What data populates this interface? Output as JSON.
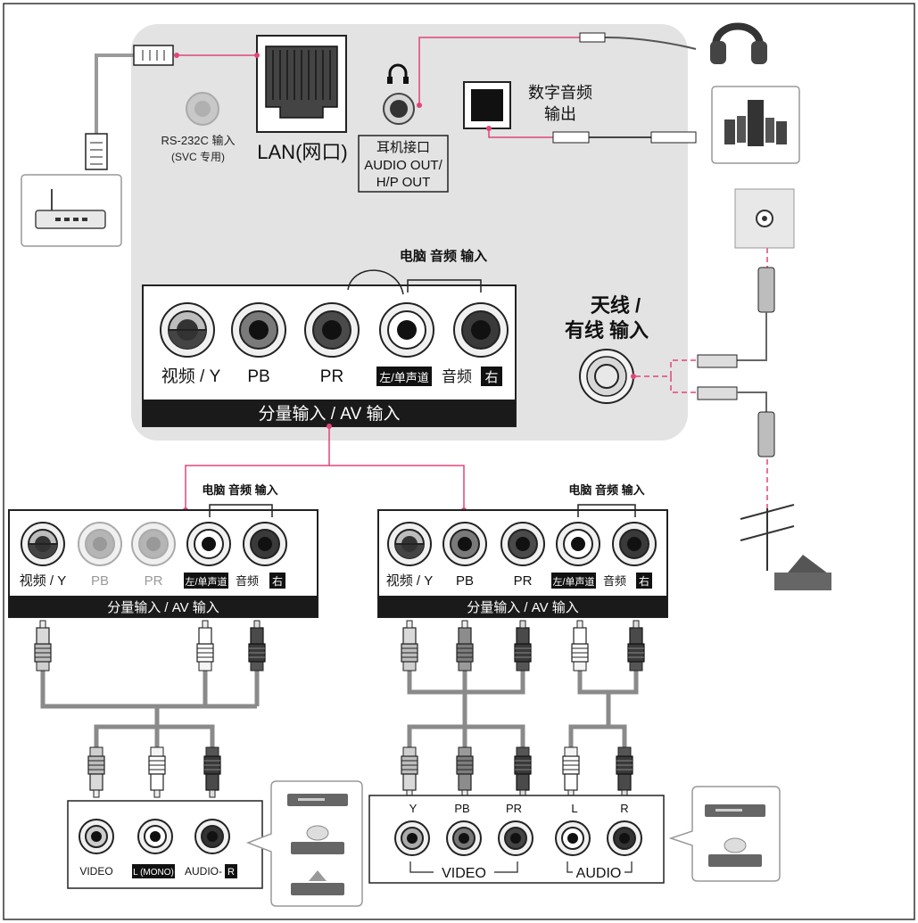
{
  "tv_panel": {
    "rs232_label": "RS-232C 输入",
    "rs232_sub": "(SVC 专用)",
    "lan_label": "LAN(网口)",
    "headphone_line1": "耳机接口",
    "headphone_line2": "AUDIO OUT/",
    "headphone_line3": "H/P OUT",
    "digital_audio_line1": "数字音频",
    "digital_audio_line2": "输出",
    "pc_audio_label": "电脑 音频 输入",
    "jack_labels": [
      "视频 / Y",
      "PB",
      "PR"
    ],
    "left_mono": "左/单声道",
    "audio_word": "音频",
    "right_word": "右",
    "component_bar": "分量输入 / AV 输入",
    "antenna_line1": "天线 /",
    "antenna_line2": "有线 输入"
  },
  "left_panel": {
    "pc_audio_label": "电脑 音频 输入",
    "jack_labels": [
      "视频 / Y",
      "PB",
      "PR"
    ],
    "left_mono": "左/单声道",
    "audio_word": "音频",
    "right_word": "右",
    "bar_label": "分量输入 / AV 输入"
  },
  "right_panel": {
    "pc_audio_label": "电脑 音频 输入",
    "jack_labels": [
      "视频 / Y",
      "PB",
      "PR"
    ],
    "left_mono": "左/单声道",
    "audio_word": "音频",
    "right_word": "右",
    "bar_label": "分量输入 / AV 输入"
  },
  "left_device": {
    "video": "VIDEO",
    "l_mono": "L (MONO)",
    "audio_r_prefix": "AUDIO-",
    "audio_r_suffix": "R"
  },
  "right_device": {
    "jack_letters": [
      "Y",
      "PB",
      "PR",
      "L",
      "R"
    ],
    "video_group": "VIDEO",
    "audio_group": "AUDIO"
  },
  "colors": {
    "panel_grey": "#e3e3e3",
    "link_pink": "#e0457b",
    "bar_black": "#1a1a1a",
    "cable_grey": "#8a8a8a"
  }
}
